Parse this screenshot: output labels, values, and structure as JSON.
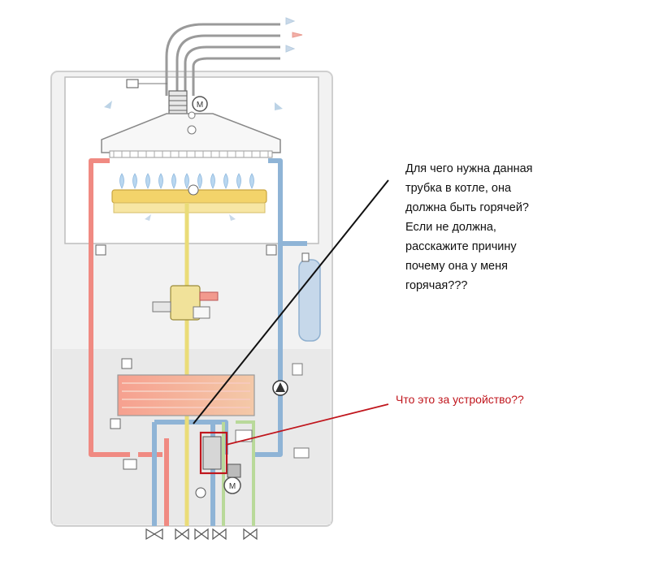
{
  "annotations": {
    "question_pipe": {
      "lines": [
        "Для чего нужна данная",
        "трубка в котле, она",
        "должна быть горячей?",
        "Если не должна,",
        "расскажите причину",
        "почему она у меня",
        "горячая???"
      ]
    },
    "question_device": {
      "text": "Что это за устройство??"
    }
  },
  "colors": {
    "hot_pipe": "#f08a82",
    "cold_pipe": "#8fb4d6",
    "gas_pipe": "#eadc78",
    "red_marker": "#c0161d",
    "casing": "#e6e6e6"
  },
  "icons": [
    "motor-icon",
    "valve-icon",
    "pump-icon",
    "flame-icon",
    "air-arrow-icon"
  ]
}
